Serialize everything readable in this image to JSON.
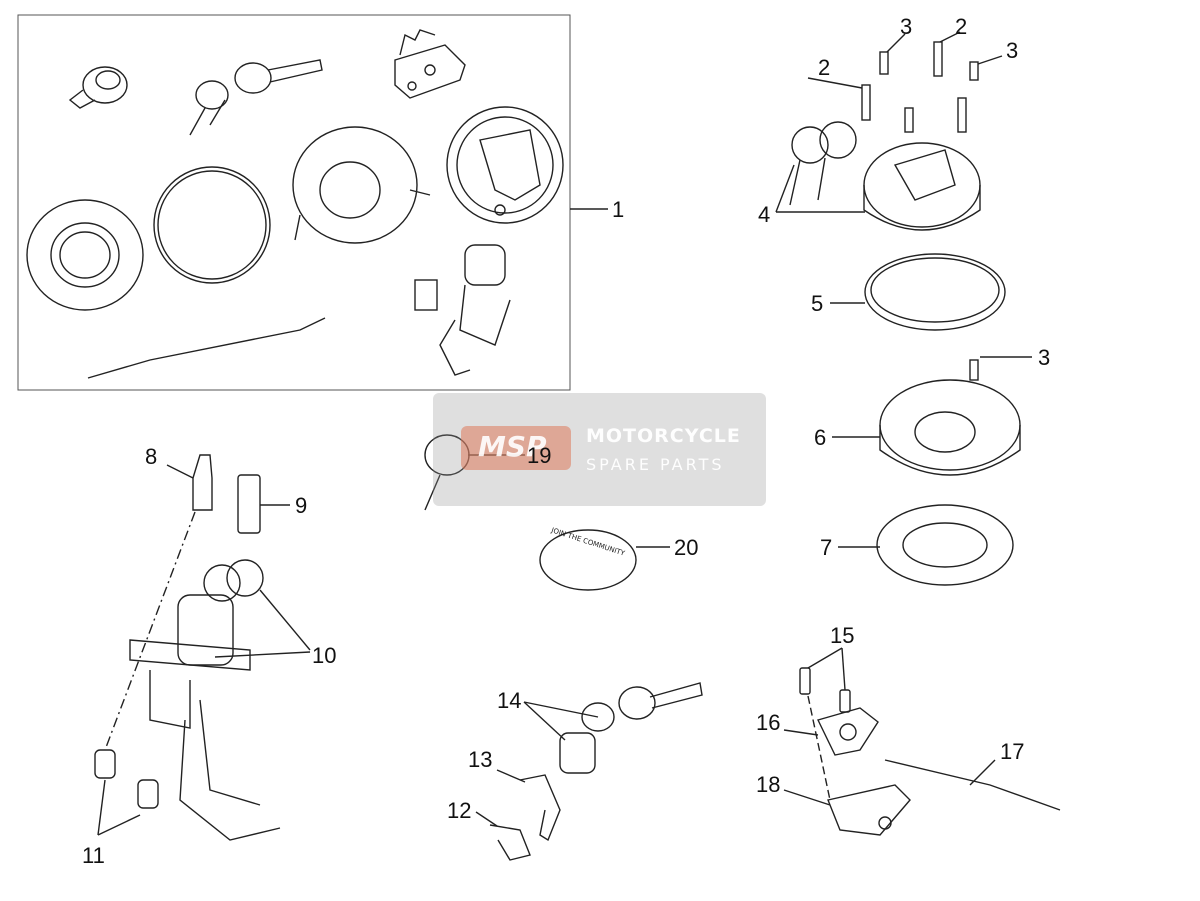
{
  "diagram": {
    "callouts": [
      {
        "id": "c1",
        "text": "1"
      },
      {
        "id": "c2a",
        "text": "2"
      },
      {
        "id": "c2b",
        "text": "2"
      },
      {
        "id": "c3a",
        "text": "3"
      },
      {
        "id": "c3b",
        "text": "3"
      },
      {
        "id": "c3c",
        "text": "3"
      },
      {
        "id": "c4",
        "text": "4"
      },
      {
        "id": "c5",
        "text": "5"
      },
      {
        "id": "c6",
        "text": "6"
      },
      {
        "id": "c7",
        "text": "7"
      },
      {
        "id": "c8",
        "text": "8"
      },
      {
        "id": "c9",
        "text": "9"
      },
      {
        "id": "c10",
        "text": "10"
      },
      {
        "id": "c11",
        "text": "11"
      },
      {
        "id": "c12",
        "text": "12"
      },
      {
        "id": "c13",
        "text": "13"
      },
      {
        "id": "c14",
        "text": "14"
      },
      {
        "id": "c15",
        "text": "15"
      },
      {
        "id": "c16",
        "text": "16"
      },
      {
        "id": "c17",
        "text": "17"
      },
      {
        "id": "c18",
        "text": "18"
      },
      {
        "id": "c19",
        "text": "19"
      },
      {
        "id": "c20",
        "text": "20"
      }
    ],
    "logo_plate_text": "JOIN THE COMMUNITY"
  },
  "watermark": {
    "badge": "MSP",
    "title": "MOTORCYCLE",
    "subtitle": "SPARE PARTS"
  },
  "colors": {
    "line": "#222222",
    "watermark_bg": "#9a9a9a",
    "watermark_badge": "#dc785a"
  }
}
